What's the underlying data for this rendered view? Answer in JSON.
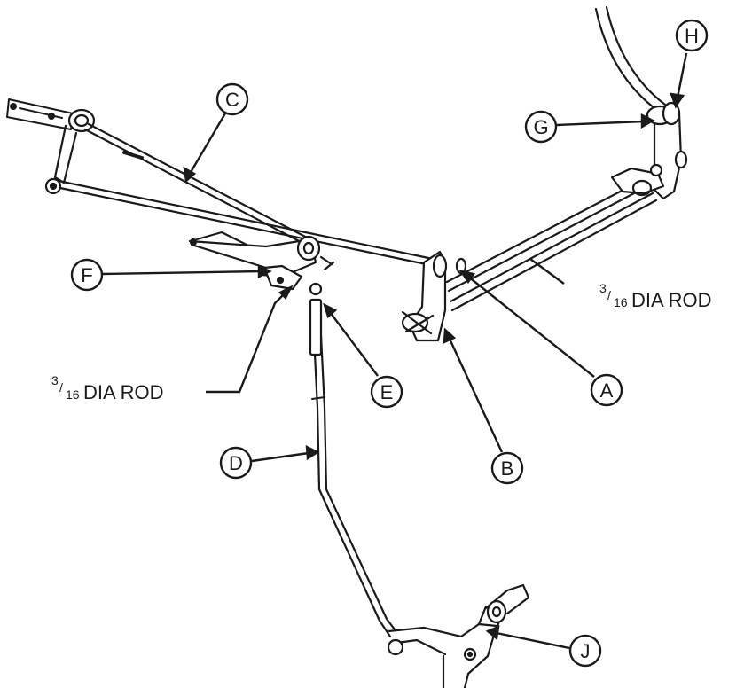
{
  "callouts": {
    "A": "A",
    "B": "B",
    "C": "C",
    "D": "D",
    "E": "E",
    "F": "F",
    "G": "G",
    "H": "H",
    "J": "J"
  },
  "rod_labels": {
    "right": {
      "num": "3",
      "slash": "/",
      "den": "16",
      "text": "DIA ROD"
    },
    "left": {
      "num": "3",
      "slash": "/",
      "den": "16",
      "text": "DIA ROD"
    }
  }
}
